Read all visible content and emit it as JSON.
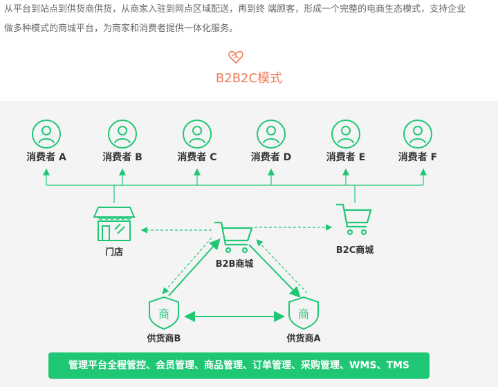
{
  "intro": {
    "line1": "从平台到站点到供货商供货，从商家入驻到网点区域配送，再到终 端顾客，形成一个完整的电商生态模式，支持企业",
    "line2": "做多种模式的商城平台，为商家和消费者提供一体化服务。"
  },
  "mode_title": "B2B2C模式",
  "consumers": [
    "消费者 A",
    "消费者 B",
    "消费者 C",
    "消费者 D",
    "消费者 E",
    "消费者 F"
  ],
  "nodes": {
    "store": "门店",
    "b2b": "B2B商城",
    "b2c": "B2C商城",
    "supplier_b": "供货商B",
    "supplier_a": "供货商A",
    "shop_glyph": "商"
  },
  "footer_bar": "管理平台全程管控、会员管理、商品管理、订单管理、采购管理、WMS、TMS",
  "colors": {
    "accent": "#1fc775",
    "title": "#f07a5a",
    "panel": "#f4f4f4"
  }
}
